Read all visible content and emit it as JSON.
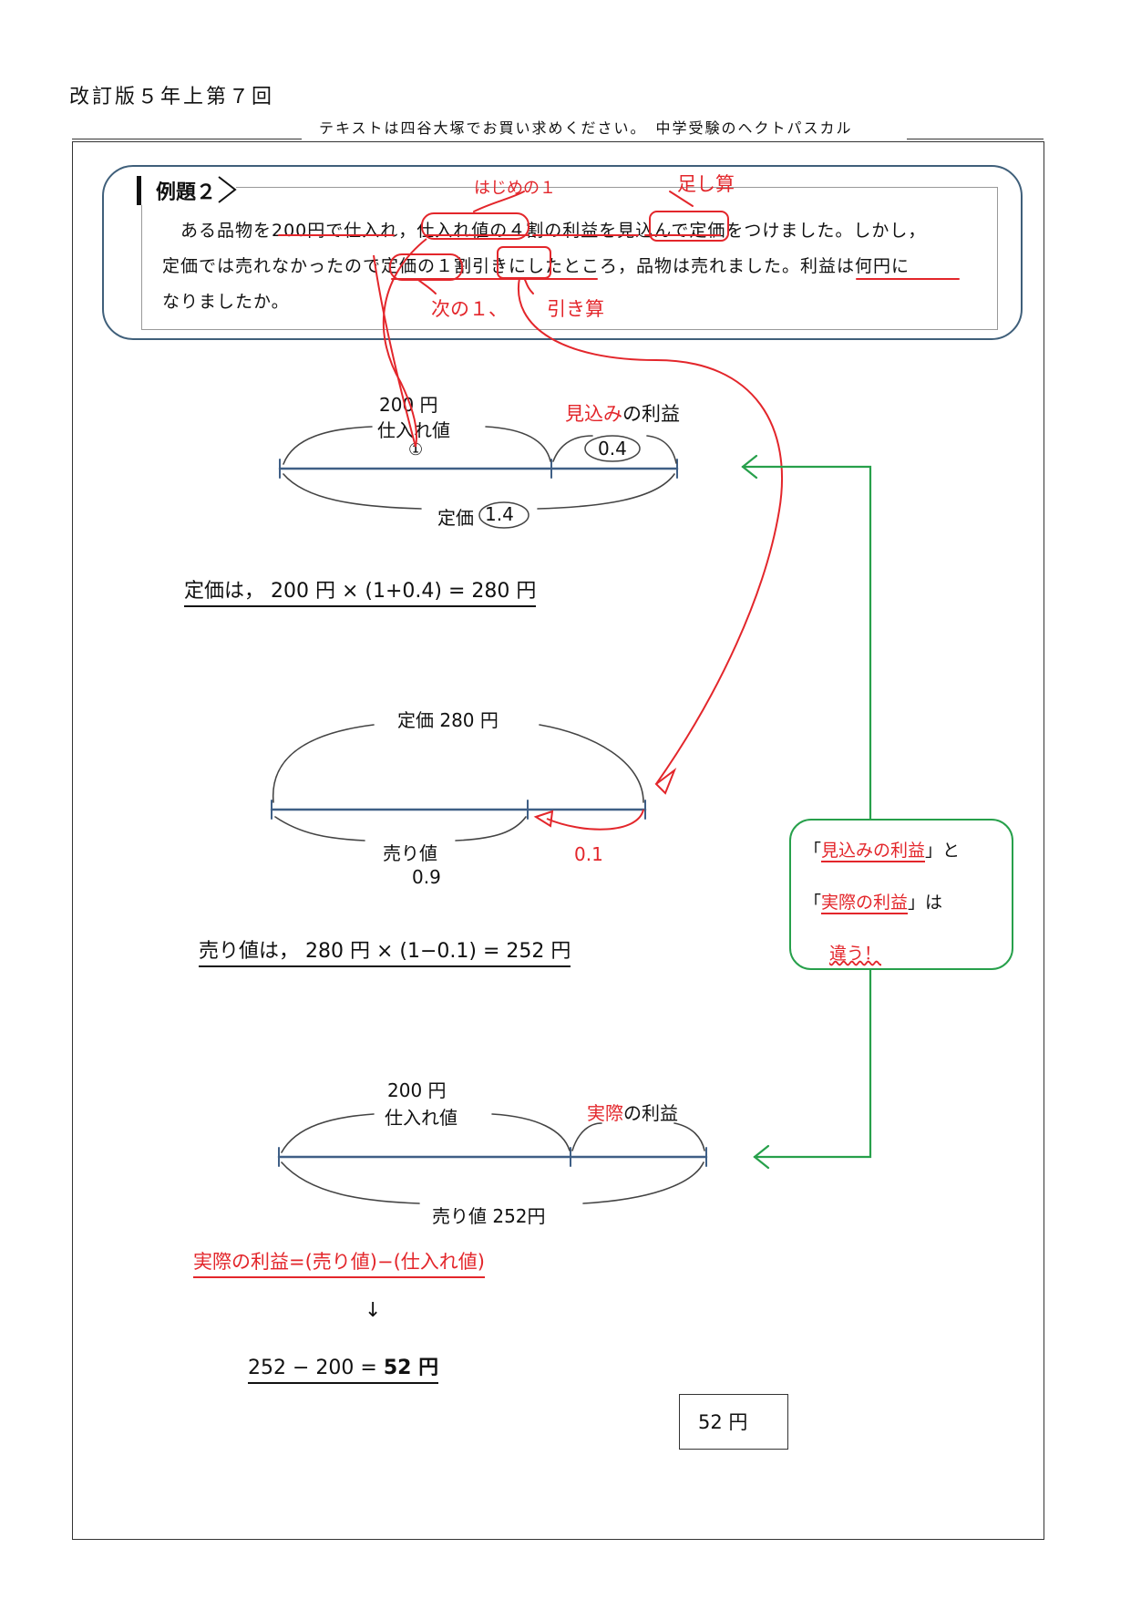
{
  "header": {
    "title": "改訂版５年上第７回",
    "subtitle": "テキストは四谷大塚でお買い求めください。　中学受験のヘクトパスカル"
  },
  "example": {
    "label": "例題２",
    "line1": "ある品物を200円で仕入れ，仕入れ値の４割の利益を見込んで定価をつけました。しかし，",
    "line2": "定価では売れなかったので定価の１割引きにしたところ，品物は売れました。利益は何円に",
    "line3": "なりましたか。"
  },
  "annotations": {
    "hajime": "はじめの１",
    "tashizan": "足し算",
    "tsugi": "次の１、",
    "hikizan": "引き算"
  },
  "diagram1": {
    "cost_amount": "200 円",
    "cost_label": "仕入れ値",
    "one": "①",
    "profit_label_red": "見込み",
    "profit_label_rest": "の利益",
    "profit_ratio": "0.4",
    "price_label": "定価",
    "price_ratio": "1.4"
  },
  "formula1": "定価は，  200 円 × (1+0.4) = 280 円",
  "diagram2": {
    "price_label": "定価 280 円",
    "sell_label": "売り値",
    "sell_ratio": "0.9",
    "discount_ratio": "0.1"
  },
  "formula2": "売り値は，  280 円 × (1−0.1) = 252 円",
  "diagram3": {
    "cost_amount": "200 円",
    "cost_label": "仕入れ値",
    "profit_label_red": "実際",
    "profit_label_rest": "の利益",
    "sell_label": "売り値 252円"
  },
  "note_box": {
    "line1_red": "見込みの利益",
    "line1_rest": "」と",
    "line2_red": "実際の利益",
    "line2_rest": "」は",
    "line3": "違う！"
  },
  "formula3": "実際の利益=(売り値)−(仕入れ値)",
  "arrow_down": "↓",
  "formula4_expr": "252 − 200 = ",
  "formula4_result": "52 円",
  "answer": "52 円",
  "colors": {
    "red": "#e3262b",
    "green": "#27a04b",
    "navy": "#3f5f7a",
    "line": "#3f5f86"
  }
}
